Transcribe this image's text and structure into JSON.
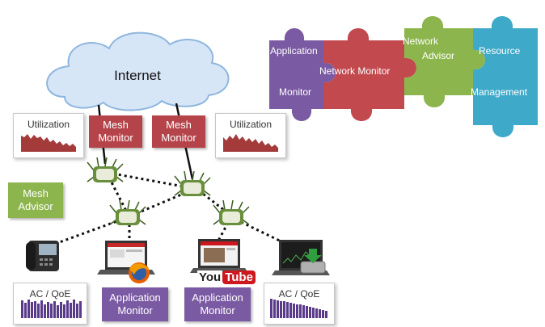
{
  "colors": {
    "red": "#b5444a",
    "green": "#8db54d",
    "purple": "#7a5aa2",
    "teal": "#3fa9c9",
    "cloud": "#d7e6f7",
    "chart_red": "#a33b3b",
    "chart_purple": "#5a3b8a"
  },
  "cloud": {
    "label": "Internet"
  },
  "mesh_monitors": [
    {
      "label_line1": "Mesh",
      "label_line2": "Monitor"
    },
    {
      "label_line1": "Mesh",
      "label_line2": "Monitor"
    }
  ],
  "mesh_advisor": {
    "label_line1": "Mesh",
    "label_line2": "Advisor"
  },
  "utilization_cards": [
    {
      "title": "Utilization"
    },
    {
      "title": "Utilization"
    }
  ],
  "qoe_cards": [
    {
      "title": "AC / QoE"
    },
    {
      "title": "AC / QoE"
    }
  ],
  "app_monitors": [
    {
      "label_line1": "Application",
      "label_line2": "Monitor"
    },
    {
      "label_line1": "Application",
      "label_line2": "Monitor"
    }
  ],
  "puzzle": {
    "application": "Application",
    "monitor": "Monitor",
    "network_monitor": "Network Monitor",
    "network": "Network",
    "advisor": "Advisor",
    "resource": "Resource",
    "management": "Management"
  },
  "youtube": {
    "you": "You",
    "tube": "Tube"
  },
  "icons": [
    "cloud-icon",
    "router-icon",
    "phone-icon",
    "laptop-icon",
    "firefox-icon",
    "monitor-icon",
    "download-icon",
    "youtube-logo-icon"
  ]
}
